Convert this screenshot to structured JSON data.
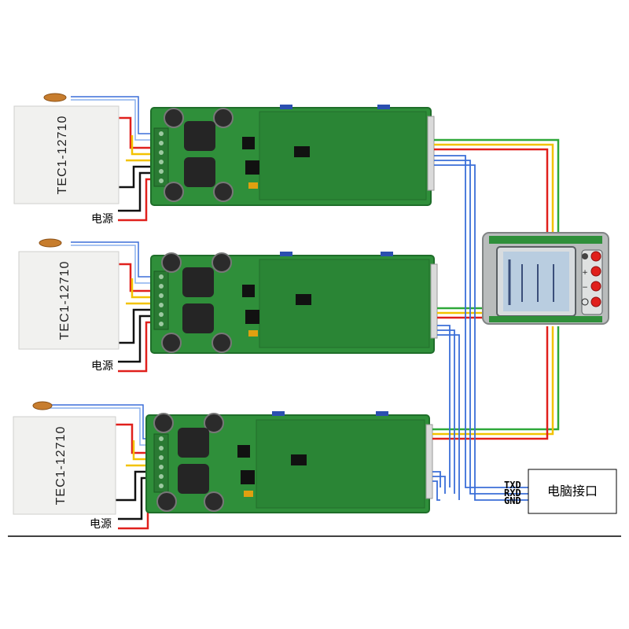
{
  "modules": [
    {
      "tec_label": "TEC1-12710",
      "power_label": "电源"
    },
    {
      "tec_label": "TEC1-12710",
      "power_label": "电源"
    },
    {
      "tec_label": "TEC1-12710",
      "power_label": "电源"
    }
  ],
  "pc_interface": {
    "label": "电脑接口",
    "signals": [
      "TXD",
      "RXD",
      "GND"
    ]
  },
  "colors": {
    "wire_red": "#e0201c",
    "wire_yellow": "#f2c200",
    "wire_green": "#2fa83a",
    "wire_blue": "#3b6fd8",
    "wire_black": "#111111",
    "pcb": "#2f8f3a",
    "pcb_dark": "#1f6e2a",
    "tec": "#f1f1ef"
  }
}
